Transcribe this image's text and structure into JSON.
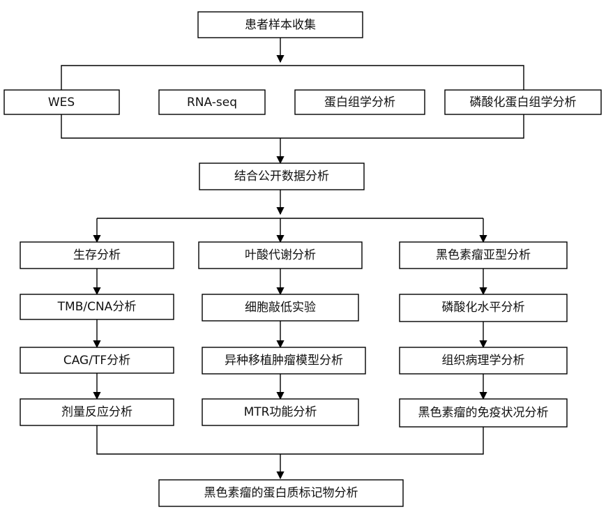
{
  "nodes": {
    "start": "患者样本收集",
    "wes": "WES",
    "rnaseq": "RNA-seq",
    "proteomics": "蛋白组学分析",
    "phosphoproteomics": "磷酸化蛋白组学分析",
    "public_data": "结合公开数据分析",
    "survival": "生存分析",
    "tmb_cna": "TMB/CNA分析",
    "cag_tf": "CAG/TF分析",
    "dose_response": "剂量反应分析",
    "folate": "叶酸代谢分析",
    "knockdown": "细胞敲低实验",
    "xenograft": "异种移植肿瘤模型分析",
    "mtr": "MTR功能分析",
    "subtype": "黑色素瘤亚型分析",
    "phospho_level": "磷酸化水平分析",
    "histopathology": "组织病理学分析",
    "immune_status": "黑色素瘤的免疫状况分析",
    "biomarker": "黑色素瘤的蛋白质标记物分析"
  }
}
